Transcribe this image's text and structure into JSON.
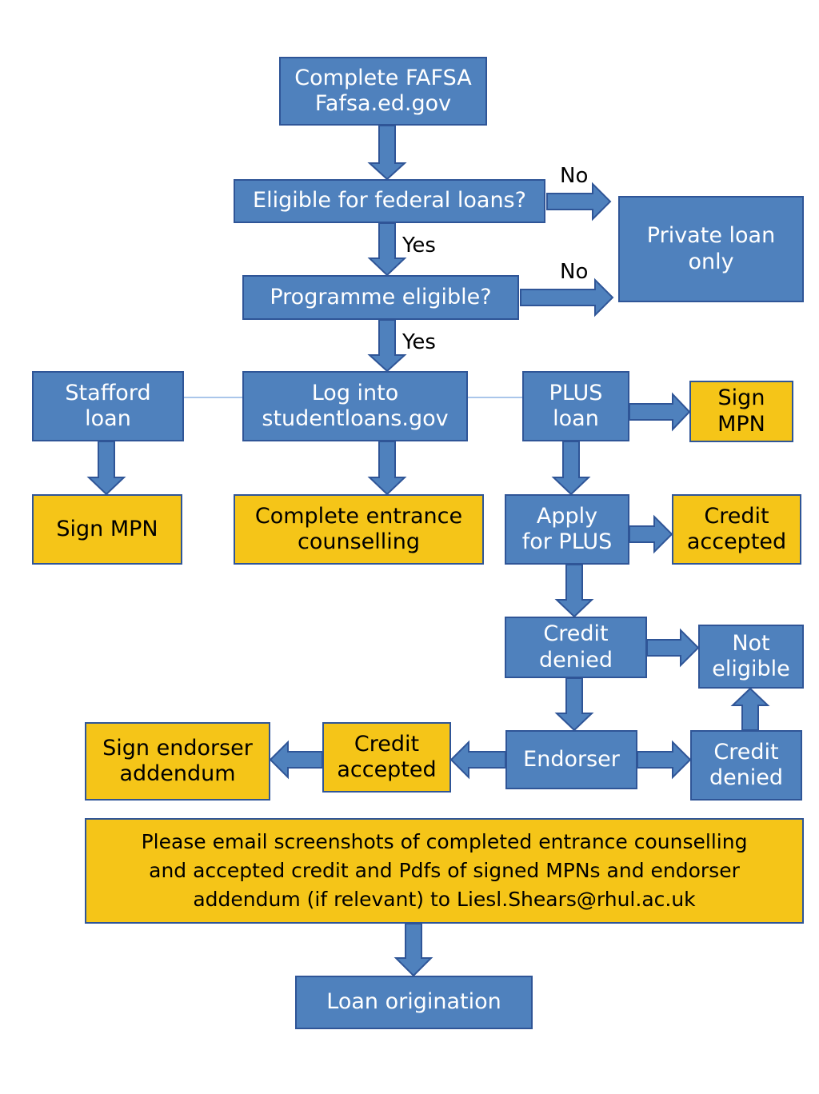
{
  "nodes": {
    "fafsa": {
      "line1": "Complete FAFSA",
      "line2": "Fafsa.ed.gov"
    },
    "eligible_federal": {
      "text": "Eligible for federal loans?"
    },
    "private_loan": {
      "line1": "Private loan",
      "line2": "only"
    },
    "programme_eligible": {
      "text": "Programme eligible?"
    },
    "stafford": {
      "line1": "Stafford",
      "line2": "loan"
    },
    "login": {
      "line1": "Log into",
      "line2": "studentloans.gov"
    },
    "plus_loan": {
      "line1": "PLUS",
      "line2": "loan"
    },
    "sign_mpn_plus": {
      "line1": "Sign",
      "line2": "MPN"
    },
    "sign_mpn_stafford": {
      "text": "Sign MPN"
    },
    "entrance_counselling": {
      "line1": "Complete entrance",
      "line2": "counselling"
    },
    "apply_plus": {
      "line1": "Apply",
      "line2": "for PLUS"
    },
    "credit_accepted_1": {
      "line1": "Credit",
      "line2": "accepted"
    },
    "credit_denied_1": {
      "line1": "Credit",
      "line2": "denied"
    },
    "not_eligible": {
      "line1": "Not",
      "line2": "eligible"
    },
    "endorser": {
      "text": "Endorser"
    },
    "credit_denied_2": {
      "line1": "Credit",
      "line2": "denied"
    },
    "credit_accepted_2": {
      "line1": "Credit",
      "line2": "accepted"
    },
    "sign_endorser": {
      "line1": "Sign endorser",
      "line2": "addendum"
    },
    "email_note": {
      "line1": "Please email screenshots of completed entrance counselling",
      "line2": "and accepted credit and Pdfs of signed MPNs and endorser",
      "line3": "addendum (if relevant) to Liesl.Shears@rhul.ac.uk"
    },
    "loan_origination": {
      "text": "Loan origination"
    }
  },
  "edge_labels": {
    "no_1": "No",
    "yes_1": "Yes",
    "no_2": "No",
    "yes_2": "Yes"
  },
  "colors": {
    "blue_fill": "#4f81bd",
    "blue_border": "#2f5597",
    "yellow_fill": "#f5c518",
    "line": "#8eb4e3"
  }
}
